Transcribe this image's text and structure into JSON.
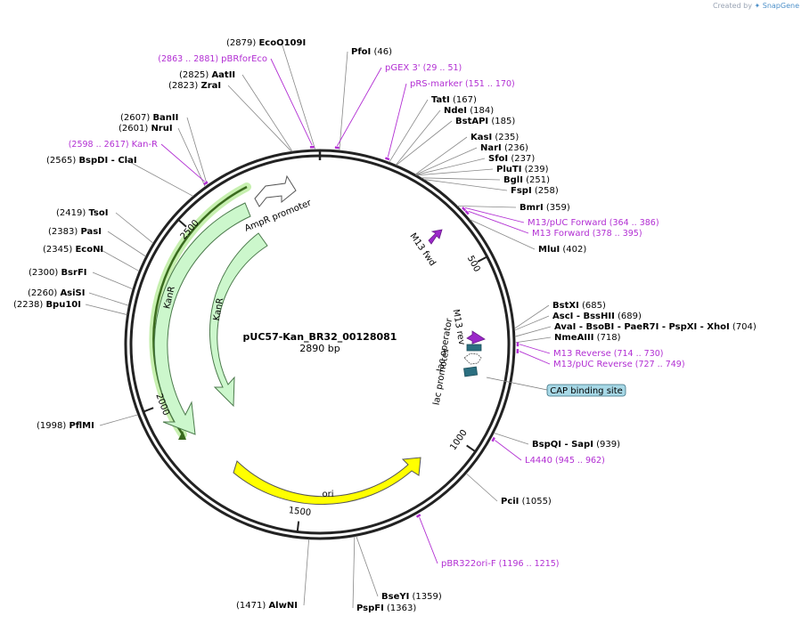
{
  "credit": {
    "prefix": "Created by",
    "brand": "SnapGene"
  },
  "map": {
    "name": "pUC57-Kan_BR32_00128081",
    "size": "2890 bp",
    "length": 2890
  },
  "ticks": [
    {
      "pos": 500,
      "label": "500"
    },
    {
      "pos": 1000,
      "label": "1000"
    },
    {
      "pos": 1500,
      "label": "1500"
    },
    {
      "pos": 2000,
      "label": "2000"
    },
    {
      "pos": 2500,
      "label": "2500"
    }
  ],
  "sites_left": [
    {
      "bp": 2879,
      "pos": "(2879)",
      "name": "EcoO109I"
    },
    {
      "bp": 2825,
      "pos": "(2825)",
      "name": "AatII"
    },
    {
      "bp": 2823,
      "pos": "(2823)",
      "name": "ZraI"
    },
    {
      "bp": 2607,
      "pos": "(2607)",
      "name": "BanII"
    },
    {
      "bp": 2601,
      "pos": "(2601)",
      "name": "NruI"
    },
    {
      "bp": 2565,
      "pos": "(2565)",
      "name": "BspDI",
      "extra": "- ClaI"
    },
    {
      "bp": 2419,
      "pos": "(2419)",
      "name": "TsoI"
    },
    {
      "bp": 2383,
      "pos": "(2383)",
      "name": "PasI"
    },
    {
      "bp": 2345,
      "pos": "(2345)",
      "name": "EcoNI"
    },
    {
      "bp": 2300,
      "pos": "(2300)",
      "name": "BsrFI"
    },
    {
      "bp": 2260,
      "pos": "(2260)",
      "name": "AsiSI"
    },
    {
      "bp": 2238,
      "pos": "(2238)",
      "name": "Bpu10I"
    },
    {
      "bp": 1998,
      "pos": "(1998)",
      "name": "PflMI"
    },
    {
      "bp": 1471,
      "pos": "(1471)",
      "name": "AlwNI"
    }
  ],
  "sites_right": [
    {
      "bp": 46,
      "name": "PfoI",
      "pos": "(46)"
    },
    {
      "bp": 167,
      "name": "TatI",
      "pos": "(167)"
    },
    {
      "bp": 184,
      "name": "NdeI",
      "pos": "(184)"
    },
    {
      "bp": 185,
      "name": "BstAPI",
      "pos": "(185)"
    },
    {
      "bp": 235,
      "name": "KasI",
      "pos": "(235)"
    },
    {
      "bp": 236,
      "name": "NarI",
      "pos": "(236)"
    },
    {
      "bp": 237,
      "name": "SfoI",
      "pos": "(237)"
    },
    {
      "bp": 239,
      "name": "PluTI",
      "pos": "(239)"
    },
    {
      "bp": 251,
      "name": "BglI",
      "pos": "(251)"
    },
    {
      "bp": 258,
      "name": "FspI",
      "pos": "(258)"
    },
    {
      "bp": 359,
      "name": "BmrI",
      "pos": "(359)"
    },
    {
      "bp": 402,
      "name": "MluI",
      "pos": "(402)"
    },
    {
      "bp": 685,
      "name": "BstXI",
      "pos": "(685)"
    },
    {
      "bp": 689,
      "name": "AscI",
      "extra": "- BssHII",
      "pos": "(689)"
    },
    {
      "bp": 704,
      "name": "AvaI",
      "extra": "- BsoBI   - PaeR7I   - PspXI   - XhoI",
      "pos": "(704)"
    },
    {
      "bp": 718,
      "name": "NmeAIII",
      "pos": "(718)"
    },
    {
      "bp": 939,
      "name": "BspQI",
      "extra": "- SapI",
      "pos": "(939)"
    },
    {
      "bp": 1055,
      "name": "PciI",
      "pos": "(1055)"
    },
    {
      "bp": 1359,
      "name": "BseYI",
      "pos": "(1359)"
    },
    {
      "bp": 1363,
      "name": "PspFI",
      "pos": "(1363)"
    }
  ],
  "primers": [
    {
      "bp": 2872,
      "name": "pBRforEco",
      "pos": "(2863 .. 2881)"
    },
    {
      "bp": 40,
      "name": "pGEX 3'",
      "pos": "(29 .. 51)"
    },
    {
      "bp": 160,
      "name": "pRS-marker",
      "pos": "(151 .. 170)"
    },
    {
      "bp": 2607,
      "name": "Kan-R",
      "pos": "(2598 .. 2617)"
    },
    {
      "bp": 375,
      "name": "M13/pUC Forward",
      "pos": "(364 .. 386)"
    },
    {
      "bp": 386,
      "name": "M13 Forward",
      "pos": "(378 .. 395)"
    },
    {
      "bp": 722,
      "name": "M13 Reverse",
      "pos": "(714 .. 730)"
    },
    {
      "bp": 738,
      "name": "M13/pUC Reverse",
      "pos": "(727 .. 749)"
    },
    {
      "bp": 953,
      "name": "L4440",
      "pos": "(945 .. 962)"
    },
    {
      "bp": 1205,
      "name": "pBR322ori-F",
      "pos": "(1196 .. 1215)"
    }
  ],
  "features": {
    "ampr_promoter": "AmpR promoter",
    "kanr_outer": "KanR",
    "kanr_inner": "KanR",
    "ori": "ori",
    "m13_fwd": "M13 fwd",
    "m13_rev": "M13 rev",
    "lac_operator": "lac operator",
    "lac_promoter": "lac promoter",
    "cap_site": "CAP binding site"
  },
  "colors": {
    "backbone": "#222222",
    "primer": "#b22fd3",
    "kanr_fill": "#ccf7cc",
    "kanr_stroke": "#4c7a4c",
    "kanr_highlight": "#3a6b1e",
    "ori_fill": "#ffff00",
    "ampr_prom_fill": "#ffffff",
    "cap_fill": "#a7d8e6",
    "lac_fill": "#2b6f80"
  }
}
